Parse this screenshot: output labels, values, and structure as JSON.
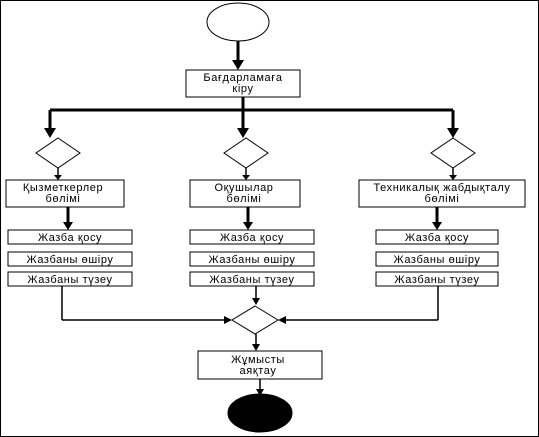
{
  "start_node": "",
  "enter_program": [
    "Бағдарламаға",
    "кіру"
  ],
  "departments": [
    {
      "title": [
        "Қызметкерлер",
        "бөлімі"
      ],
      "actions": [
        "Жазба қосу",
        "Жазбаны өшіру",
        "Жазбаны түзеу"
      ]
    },
    {
      "title": [
        "Оқушылар",
        "бөлімі"
      ],
      "actions": [
        "Жазба қосу",
        "Жазбаны өшіру",
        "Жазбаны түзеу"
      ]
    },
    {
      "title": [
        "Техникалық жабдықталу",
        "бөлімі"
      ],
      "actions": [
        "Жазба қосу",
        "Жазбаны өшіру",
        "Жазбаны түзеу"
      ]
    }
  ],
  "finish_work": [
    "Жұмысты",
    "аяқтау"
  ],
  "end_node": ""
}
